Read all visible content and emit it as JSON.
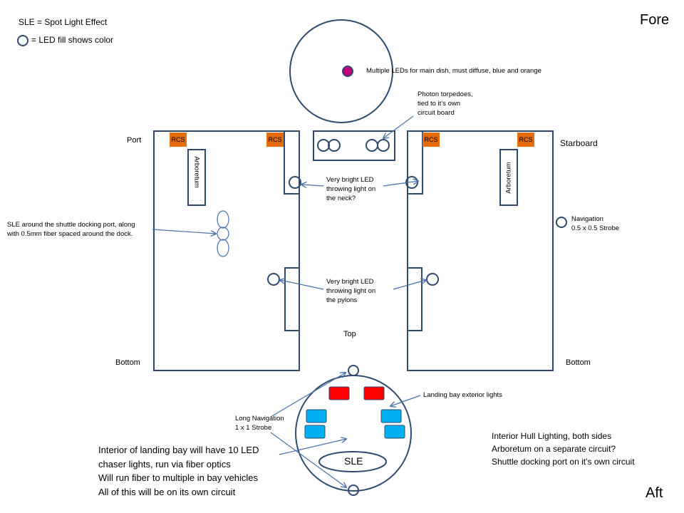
{
  "legend": {
    "sle_def": "SLE = Spot Light Effect",
    "led_fill_def": "= LED fill shows color"
  },
  "orientation": {
    "fore": "Fore",
    "aft": "Aft",
    "port": "Port",
    "starboard": "Starboard",
    "top": "Top",
    "bottom_left": "Bottom",
    "bottom_right": "Bottom"
  },
  "labels": {
    "main_dish": "Multiple LEDs for main dish, must diffuse, blue and orange",
    "photon_torpedoes": [
      "Photon torpedoes,",
      "tied to it’s own",
      "circuit board"
    ],
    "neck_led": [
      "Very bright LED",
      "throwing light on",
      "the neck?"
    ],
    "pylon_led": [
      "Very bright LED",
      "throwing light on",
      "the pylons"
    ],
    "sle_dock": [
      "SLE around the shuttle docking port, along",
      "with 0.5mm fiber spaced around the dock."
    ],
    "navigation": [
      "Navigation",
      "0.5 x 0.5 Strobe"
    ],
    "landing_bay_ext": "Landing bay exterior lights",
    "long_navigation": [
      "Long Navigation",
      "1 x 1 Strobe"
    ],
    "sle_bay": "SLE",
    "arboretum_left": "Arboretum",
    "arboretum_right": "Arboretum",
    "rcs": [
      "RCS",
      "RCS",
      "RCS",
      "RCS"
    ]
  },
  "notes": {
    "landing_bay_interior": [
      "Interior of landing bay will have 10 LED",
      "chaser lights, run via fiber optics",
      "Will run fiber to multiple in bay vehicles",
      "All of this will be on its own circuit"
    ],
    "hull": [
      "Interior Hull Lighting, both sides",
      "Arboretum on a separate circuit?",
      "Shuttle docking port on it’s own circuit"
    ]
  },
  "colors": {
    "outline": "#2e4a6e",
    "arrow": "#4a72a8",
    "rcs_fill": "#e46c0a",
    "red_light": "#ff0000",
    "blue_light": "#00b0f0",
    "dish_led": "#c0007a",
    "dish_led_ring": "#2e4a6e"
  }
}
